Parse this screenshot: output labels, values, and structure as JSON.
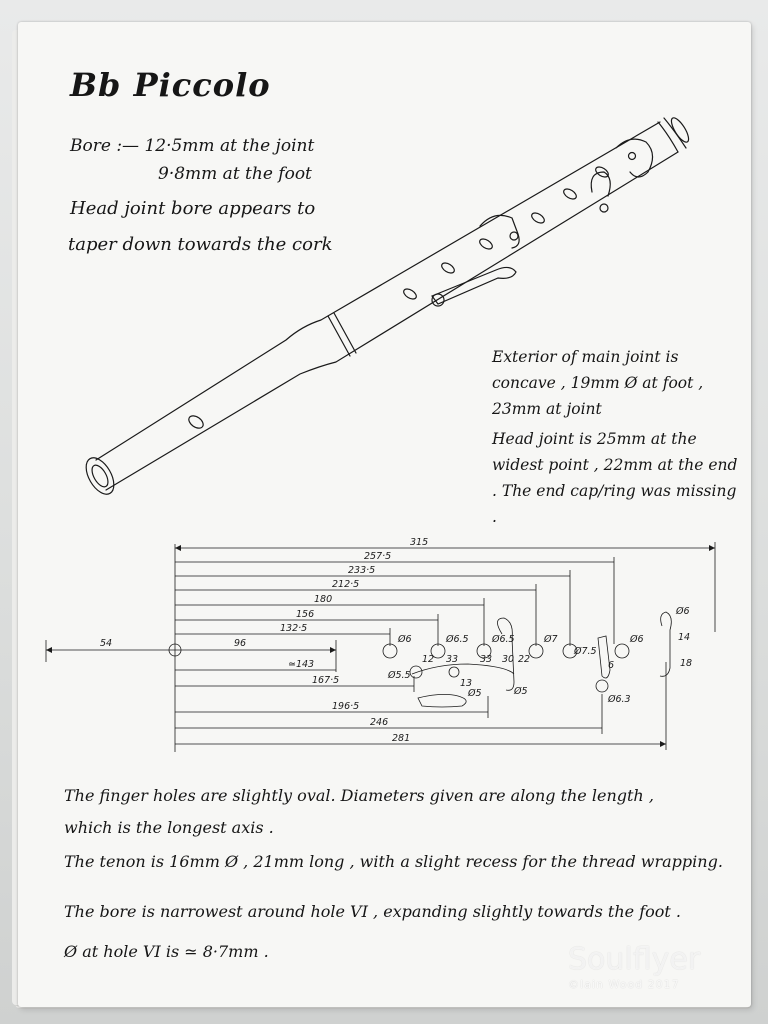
{
  "title": "Bb Piccolo",
  "bore": {
    "line1": "Bore :— 12·5mm at the joint",
    "line2": "9·8mm at the foot"
  },
  "head_note": {
    "line1": "Head joint bore appears to",
    "line2": "taper down towards the cork"
  },
  "exterior_note": "Exterior of main joint is concave , 19mm Ø at foot , 23mm at joint",
  "head_joint_note": "Head joint is 25mm at the widest point , 22mm at the end . The end cap/ring was missing .",
  "dimensions": {
    "top_lengths": [
      "315",
      "257·5",
      "233·5",
      "212·5",
      "180",
      "156",
      "132·5"
    ],
    "left": "54",
    "center": "96",
    "lower_lengths": [
      "≃143",
      "167·5",
      "196·5",
      "246",
      "281"
    ],
    "small": [
      "Ø6",
      "Ø6.5",
      "Ø6.5",
      "Ø7",
      "Ø7.5",
      "Ø6",
      "Ø6",
      "Ø5.5",
      "Ø5",
      "Ø5",
      "Ø6.3",
      "14",
      "18",
      "13",
      "6"
    ],
    "small_misc": [
      "12",
      "22",
      "33",
      "33",
      "30"
    ]
  },
  "bottom_notes": [
    "The finger holes are slightly oval. Diameters given are along the length ,",
    "which is the longest axis .",
    "The tenon is 16mm Ø , 21mm long , with a slight recess for the thread wrapping.",
    "The bore is narrowest around hole VI , expanding slightly towards the foot .",
    "Ø at hole VI is ≃ 8·7mm ."
  ],
  "watermark": {
    "brand": "Soulflyer",
    "credit": "©Iain Wood  2017"
  }
}
